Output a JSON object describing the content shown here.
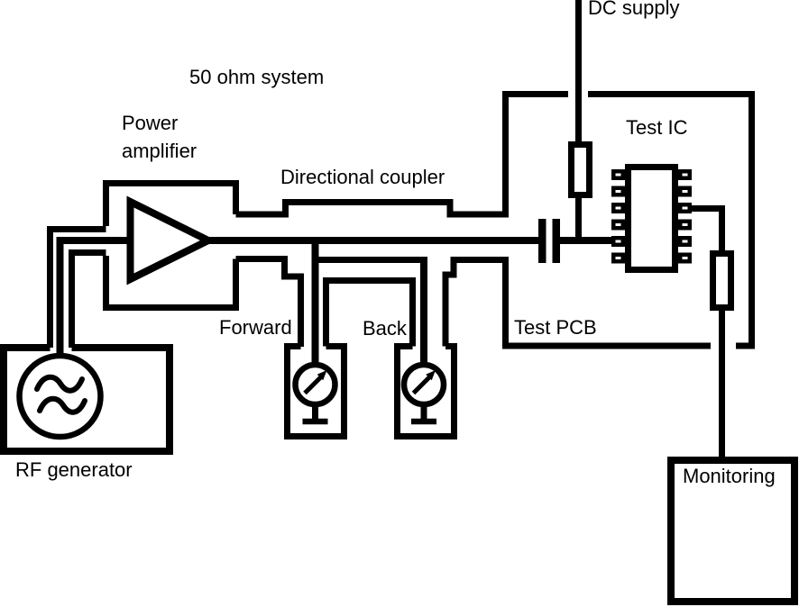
{
  "colors": {
    "line": "#000000",
    "background": "#ffffff"
  },
  "labels": {
    "system": "50 ohm system",
    "power_amplifier": "Power\namplifier",
    "directional_coupler": "Directional coupler",
    "dc_supply": "DC supply",
    "test_ic": "Test IC",
    "test_pcb": "Test PCB",
    "forward": "Forward",
    "back": "Back",
    "rf_generator": "RF generator",
    "monitoring": "Monitoring"
  }
}
